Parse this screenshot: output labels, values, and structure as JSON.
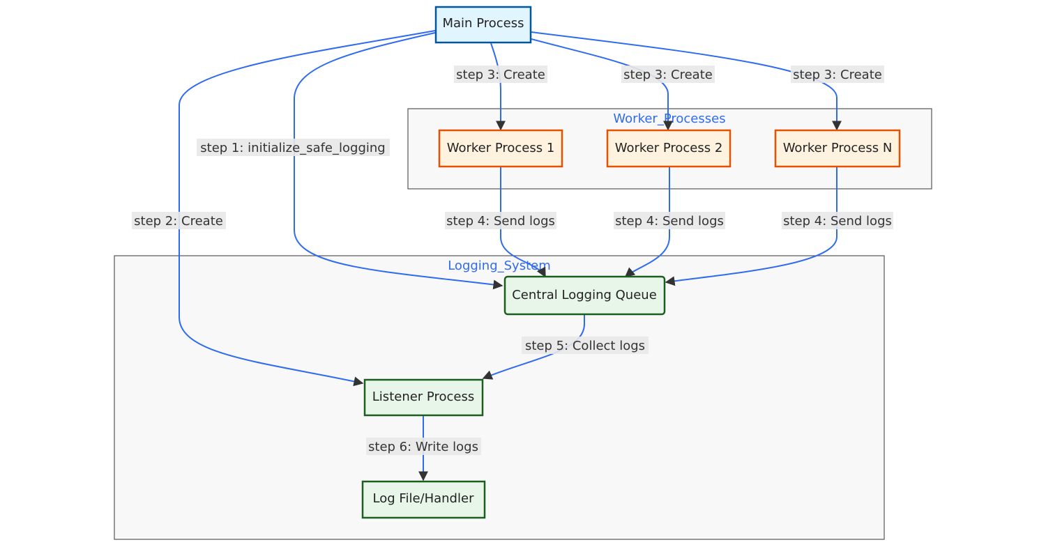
{
  "diagram": {
    "clusters": {
      "worker_processes": {
        "label": "Worker_Processes"
      },
      "logging_system": {
        "label": "Logging_System"
      }
    },
    "nodes": {
      "main_process": {
        "label": "Main Process"
      },
      "worker_1": {
        "label": "Worker Process 1"
      },
      "worker_2": {
        "label": "Worker Process 2"
      },
      "worker_n": {
        "label": "Worker Process N"
      },
      "central_queue": {
        "label": "Central Logging Queue"
      },
      "listener": {
        "label": "Listener Process"
      },
      "log_file": {
        "label": "Log File/Handler"
      }
    },
    "edges": {
      "init": {
        "label": "step 1: initialize_safe_logging"
      },
      "create_listener": {
        "label": "step 2: Create"
      },
      "create_w1": {
        "label": "step 3: Create"
      },
      "create_w2": {
        "label": "step 3: Create"
      },
      "create_wn": {
        "label": "step 3: Create"
      },
      "send_w1": {
        "label": "step 4: Send logs"
      },
      "send_w2": {
        "label": "step 4: Send logs"
      },
      "send_wn": {
        "label": "step 4: Send logs"
      },
      "collect": {
        "label": "step 5: Collect logs"
      },
      "write": {
        "label": "step 6: Write logs"
      }
    },
    "colors": {
      "edge": "#2f6bf0",
      "main_fill": "#e1f5fe",
      "main_stroke": "#01579b",
      "worker_fill": "#fff3e0",
      "worker_stroke": "#e65100",
      "logging_fill": "#e8f5e9",
      "logging_stroke": "#1b5e20",
      "cluster_title": "#2f6bf0"
    }
  }
}
